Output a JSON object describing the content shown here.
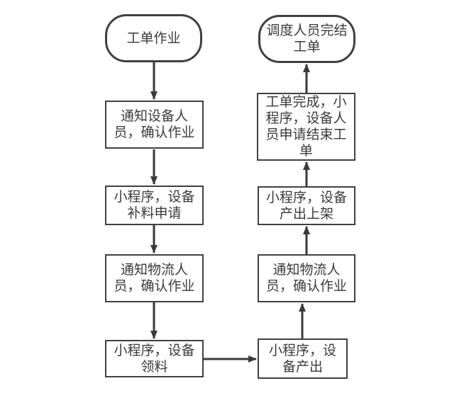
{
  "diagram": {
    "type": "flowchart",
    "colors": {
      "background": "#ffffff",
      "stroke": "#404040",
      "text": "#3a3a3a",
      "arrow": "#3a3a3a"
    },
    "nodes": [
      {
        "id": "start",
        "shape": "terminator",
        "label": "工单作业"
      },
      {
        "id": "notify-equipment",
        "shape": "process",
        "label": "通知设备人员，确认作业"
      },
      {
        "id": "replenish-request",
        "shape": "process",
        "label": "小程序，设备补料申请"
      },
      {
        "id": "notify-logistics-1",
        "shape": "process",
        "label": "通知物流人员，确认作业"
      },
      {
        "id": "material-pickup",
        "shape": "process",
        "label": "小程序，设备领料"
      },
      {
        "id": "equipment-output",
        "shape": "process",
        "label": "小程序，设备产出"
      },
      {
        "id": "notify-logistics-2",
        "shape": "process",
        "label": "通知物流人员，确认作业"
      },
      {
        "id": "output-shelving",
        "shape": "process",
        "label": "小程序，设备产出上架"
      },
      {
        "id": "apply-close-order",
        "shape": "process",
        "label": "工单完成，小程序，设备人员申请结束工单"
      },
      {
        "id": "end",
        "shape": "terminator",
        "label": "调度人员完结工单"
      }
    ],
    "edges": [
      {
        "from": "start",
        "to": "notify-equipment",
        "direction": "down"
      },
      {
        "from": "notify-equipment",
        "to": "replenish-request",
        "direction": "down"
      },
      {
        "from": "replenish-request",
        "to": "notify-logistics-1",
        "direction": "down"
      },
      {
        "from": "notify-logistics-1",
        "to": "material-pickup",
        "direction": "down"
      },
      {
        "from": "material-pickup",
        "to": "equipment-output",
        "direction": "right"
      },
      {
        "from": "equipment-output",
        "to": "notify-logistics-2",
        "direction": "up"
      },
      {
        "from": "notify-logistics-2",
        "to": "output-shelving",
        "direction": "up"
      },
      {
        "from": "output-shelving",
        "to": "apply-close-order",
        "direction": "up"
      },
      {
        "from": "apply-close-order",
        "to": "end",
        "direction": "up"
      }
    ]
  }
}
